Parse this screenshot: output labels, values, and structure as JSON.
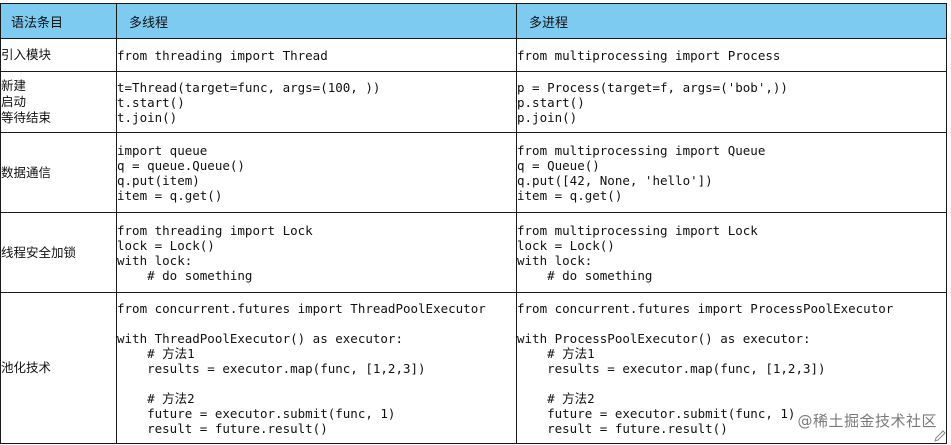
{
  "header": {
    "col_item": "语法条目",
    "col_thread": "多线程",
    "col_process": "多进程"
  },
  "rows": [
    {
      "label": [
        "引入模块"
      ],
      "thread": "from threading import Thread",
      "process": "from multiprocessing import Process"
    },
    {
      "label": [
        "新建",
        "启动",
        "等待结束"
      ],
      "thread": "t=Thread(target=func, args=(100, ))\nt.start()\nt.join()",
      "process": "p = Process(target=f, args=('bob',))\np.start()\np.join()"
    },
    {
      "label": [
        "数据通信"
      ],
      "thread": "import queue\nq = queue.Queue()\nq.put(item)\nitem = q.get()",
      "process": "from multiprocessing import Queue\nq = Queue()\nq.put([42, None, 'hello'])\nitem = q.get()"
    },
    {
      "label": [
        "线程安全加锁"
      ],
      "thread": "from threading import Lock\nlock = Lock()\nwith lock:\n    # do something",
      "process": "from multiprocessing import Lock\nlock = Lock()\nwith lock:\n    # do something"
    },
    {
      "label": [
        "池化技术"
      ],
      "thread": "from concurrent.futures import ThreadPoolExecutor\n\nwith ThreadPoolExecutor() as executor:\n    # 方法1\n    results = executor.map(func, [1,2,3])\n\n    # 方法2\n    future = executor.submit(func, 1)\n    result = future.result()",
      "process": "from concurrent.futures import ProcessPoolExecutor\n\nwith ProcessPoolExecutor() as executor:\n    # 方法1\n    results = executor.map(func, [1,2,3])\n\n    # 方法2\n    future = executor.submit(func, 1)\n    result = future.result()"
    }
  ],
  "watermark": "@稀土掘金技术社区",
  "icons": {
    "corner": "pencil-icon"
  }
}
